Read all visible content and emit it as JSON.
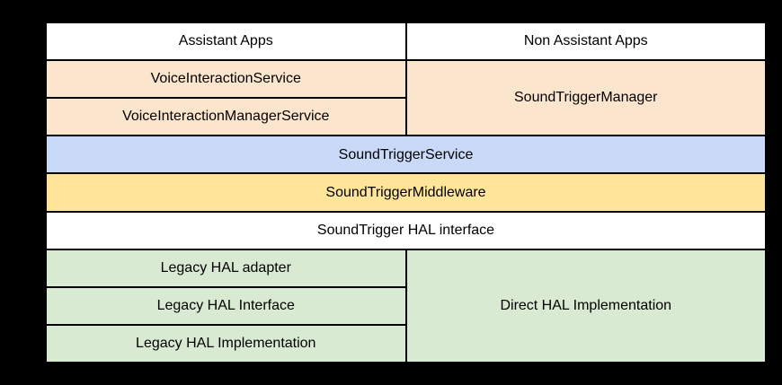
{
  "colors": {
    "background": "#000000",
    "grid_line": "#000000",
    "text": "#000000",
    "apps_layer": "#ffffff",
    "framework_api_layer": "#fce5cd",
    "service_layer": "#c9daf8",
    "middleware_layer": "#ffe599",
    "hal_interface_layer": "#ffffff",
    "hal_impl_layer": "#d9ead3"
  },
  "cells": {
    "assistant_apps": "Assistant Apps",
    "non_assistant_apps": "Non Assistant Apps",
    "voice_interaction_service": "VoiceInteractionService",
    "voice_interaction_manager_service": "VoiceInteractionManagerService",
    "sound_trigger_manager": "SoundTriggerManager",
    "sound_trigger_service": "SoundTriggerService",
    "sound_trigger_middleware": "SoundTriggerMiddleware",
    "sound_trigger_hal_interface": "SoundTrigger HAL interface",
    "legacy_hal_adapter": "Legacy HAL adapter",
    "legacy_hal_interface": "Legacy HAL Interface",
    "legacy_hal_implementation": "Legacy HAL Implementation",
    "direct_hal_implementation": "Direct HAL Implementation"
  }
}
